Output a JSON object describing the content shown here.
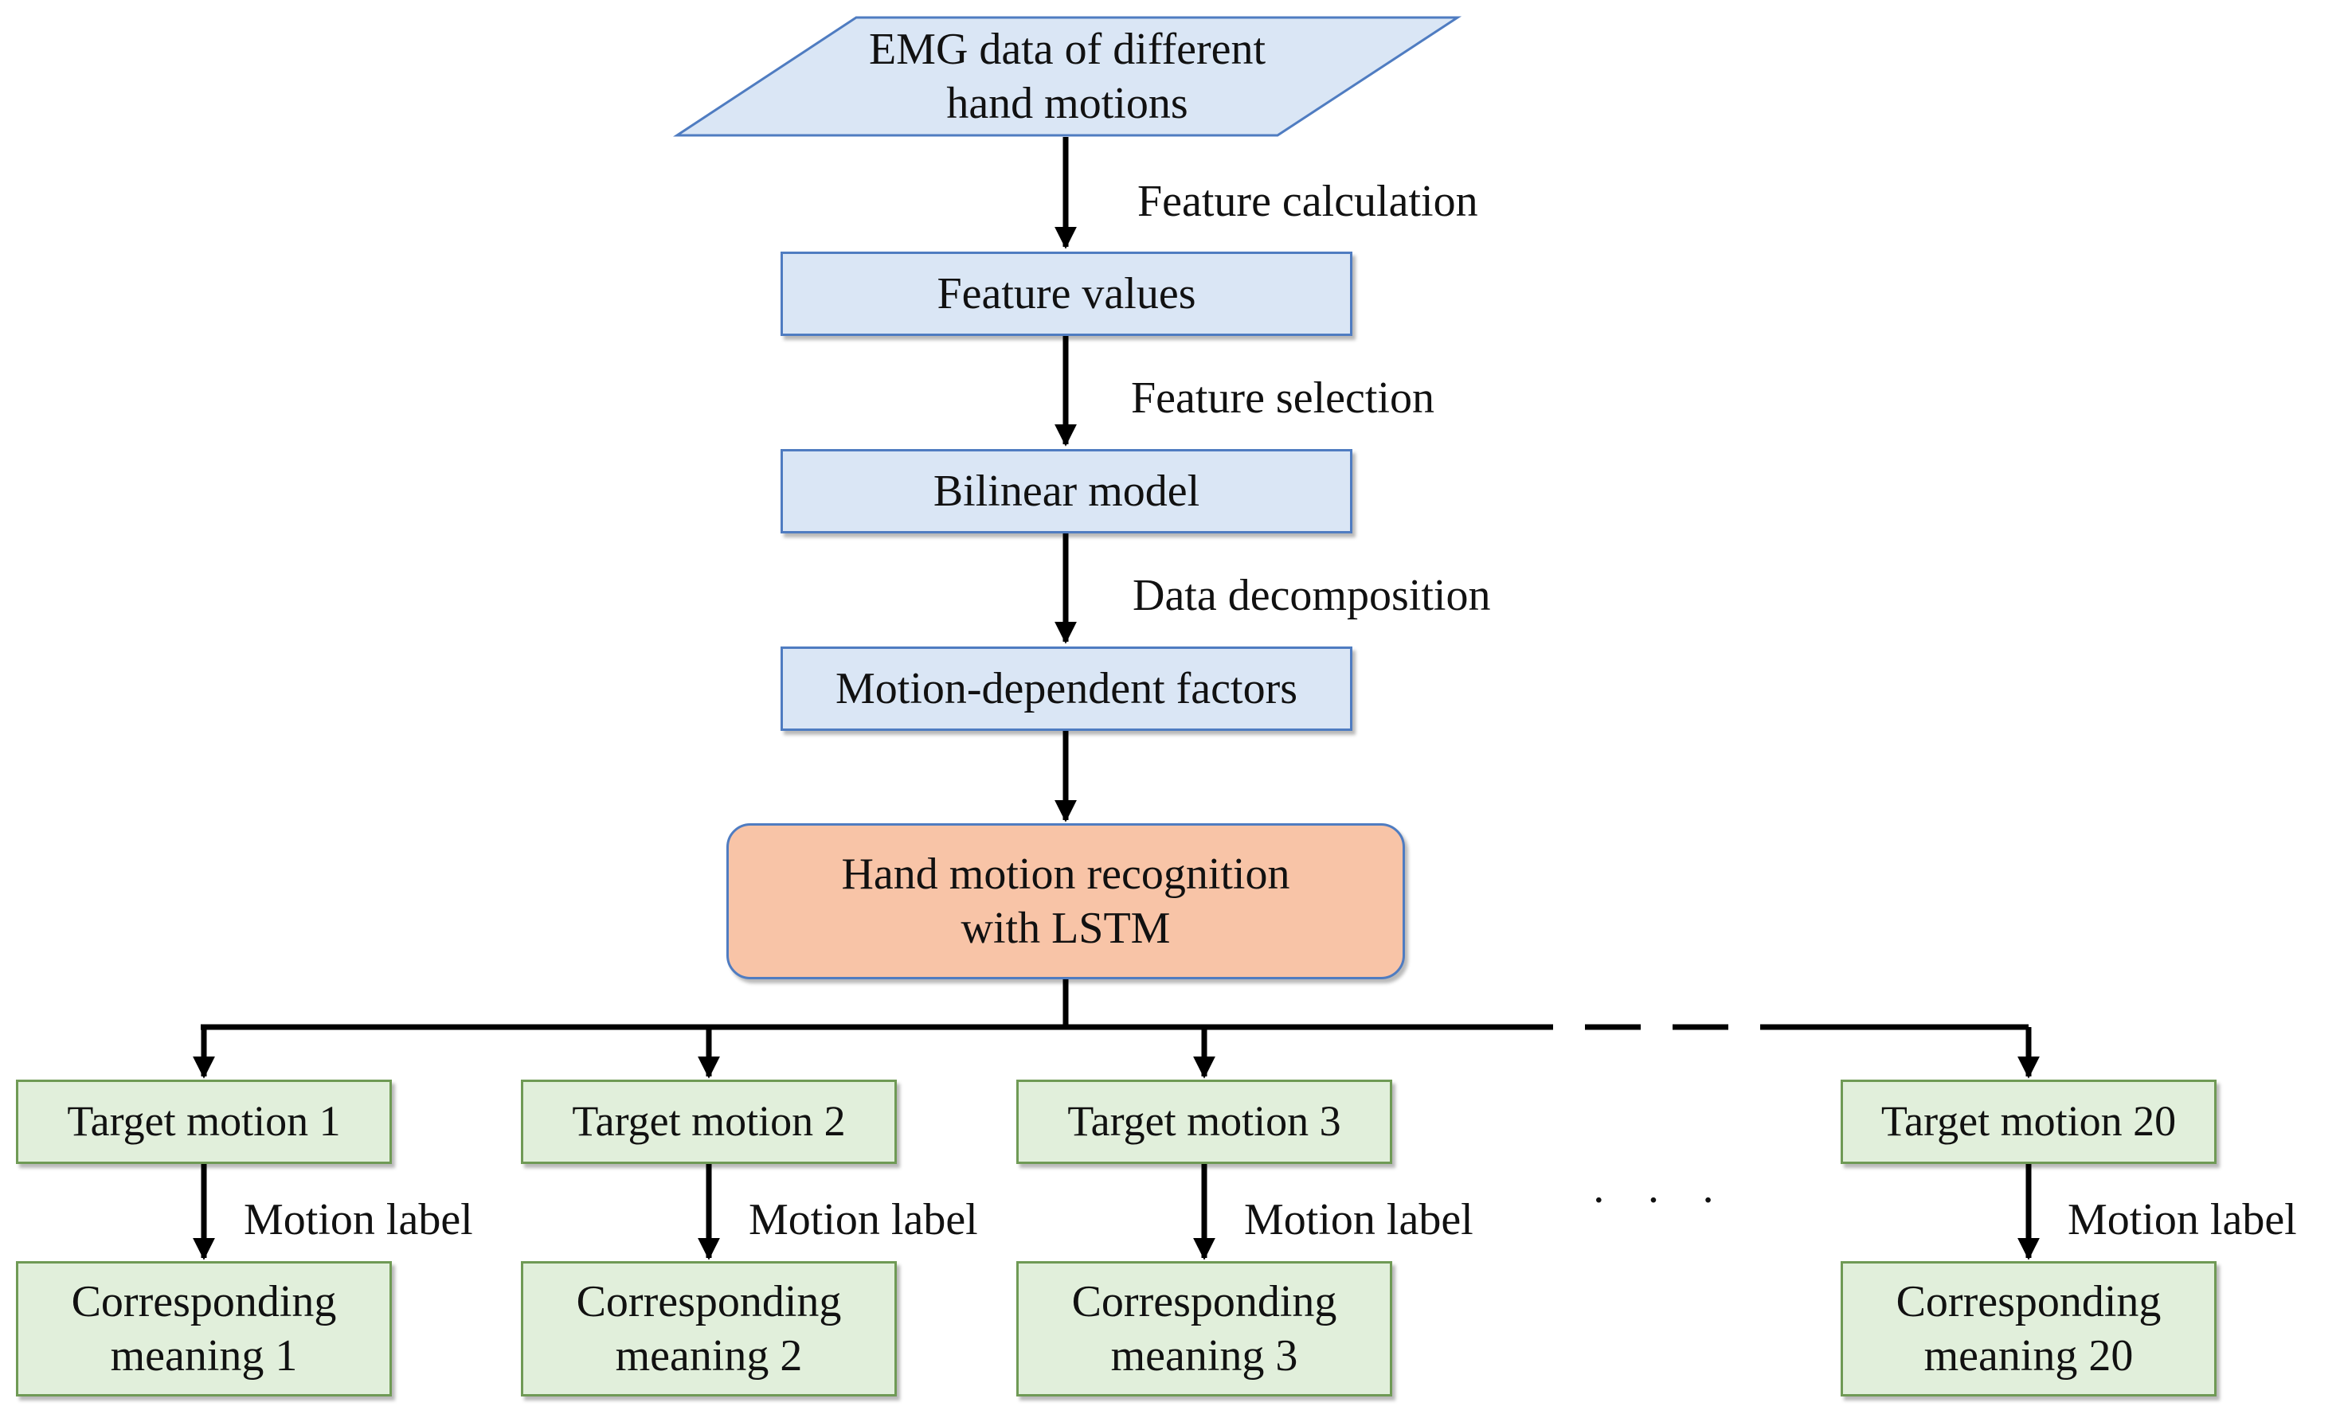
{
  "input_node": {
    "line1": "EMG data of different",
    "line2": "hand motions"
  },
  "steps": [
    {
      "node": "Feature values",
      "edge_label": "Feature calculation"
    },
    {
      "node": "Bilinear model",
      "edge_label": "Feature selection"
    },
    {
      "node": "Motion-dependent factors",
      "edge_label": "Data decomposition"
    }
  ],
  "recognition_node": {
    "line1": "Hand motion recognition",
    "line2": "with LSTM"
  },
  "targets": [
    {
      "target": "Target motion 1",
      "edge_label": "Motion label",
      "meaning_line1": "Corresponding",
      "meaning_line2": "meaning 1"
    },
    {
      "target": "Target motion 2",
      "edge_label": "Motion label",
      "meaning_line1": "Corresponding",
      "meaning_line2": "meaning 2"
    },
    {
      "target": "Target motion 3",
      "edge_label": "Motion label",
      "meaning_line1": "Corresponding",
      "meaning_line2": "meaning 3"
    },
    {
      "target": "Target motion 20",
      "edge_label": "Motion label",
      "meaning_line1": "Corresponding",
      "meaning_line2": "meaning 20"
    }
  ],
  "ellipsis": "· · ·",
  "colors": {
    "process_fill": "#dae6f5",
    "process_border": "#4f7cc1",
    "target_fill": "#e1efdb",
    "target_border": "#6f9a55",
    "recognition_fill": "#f8c4a7",
    "arrow": "#000000"
  }
}
